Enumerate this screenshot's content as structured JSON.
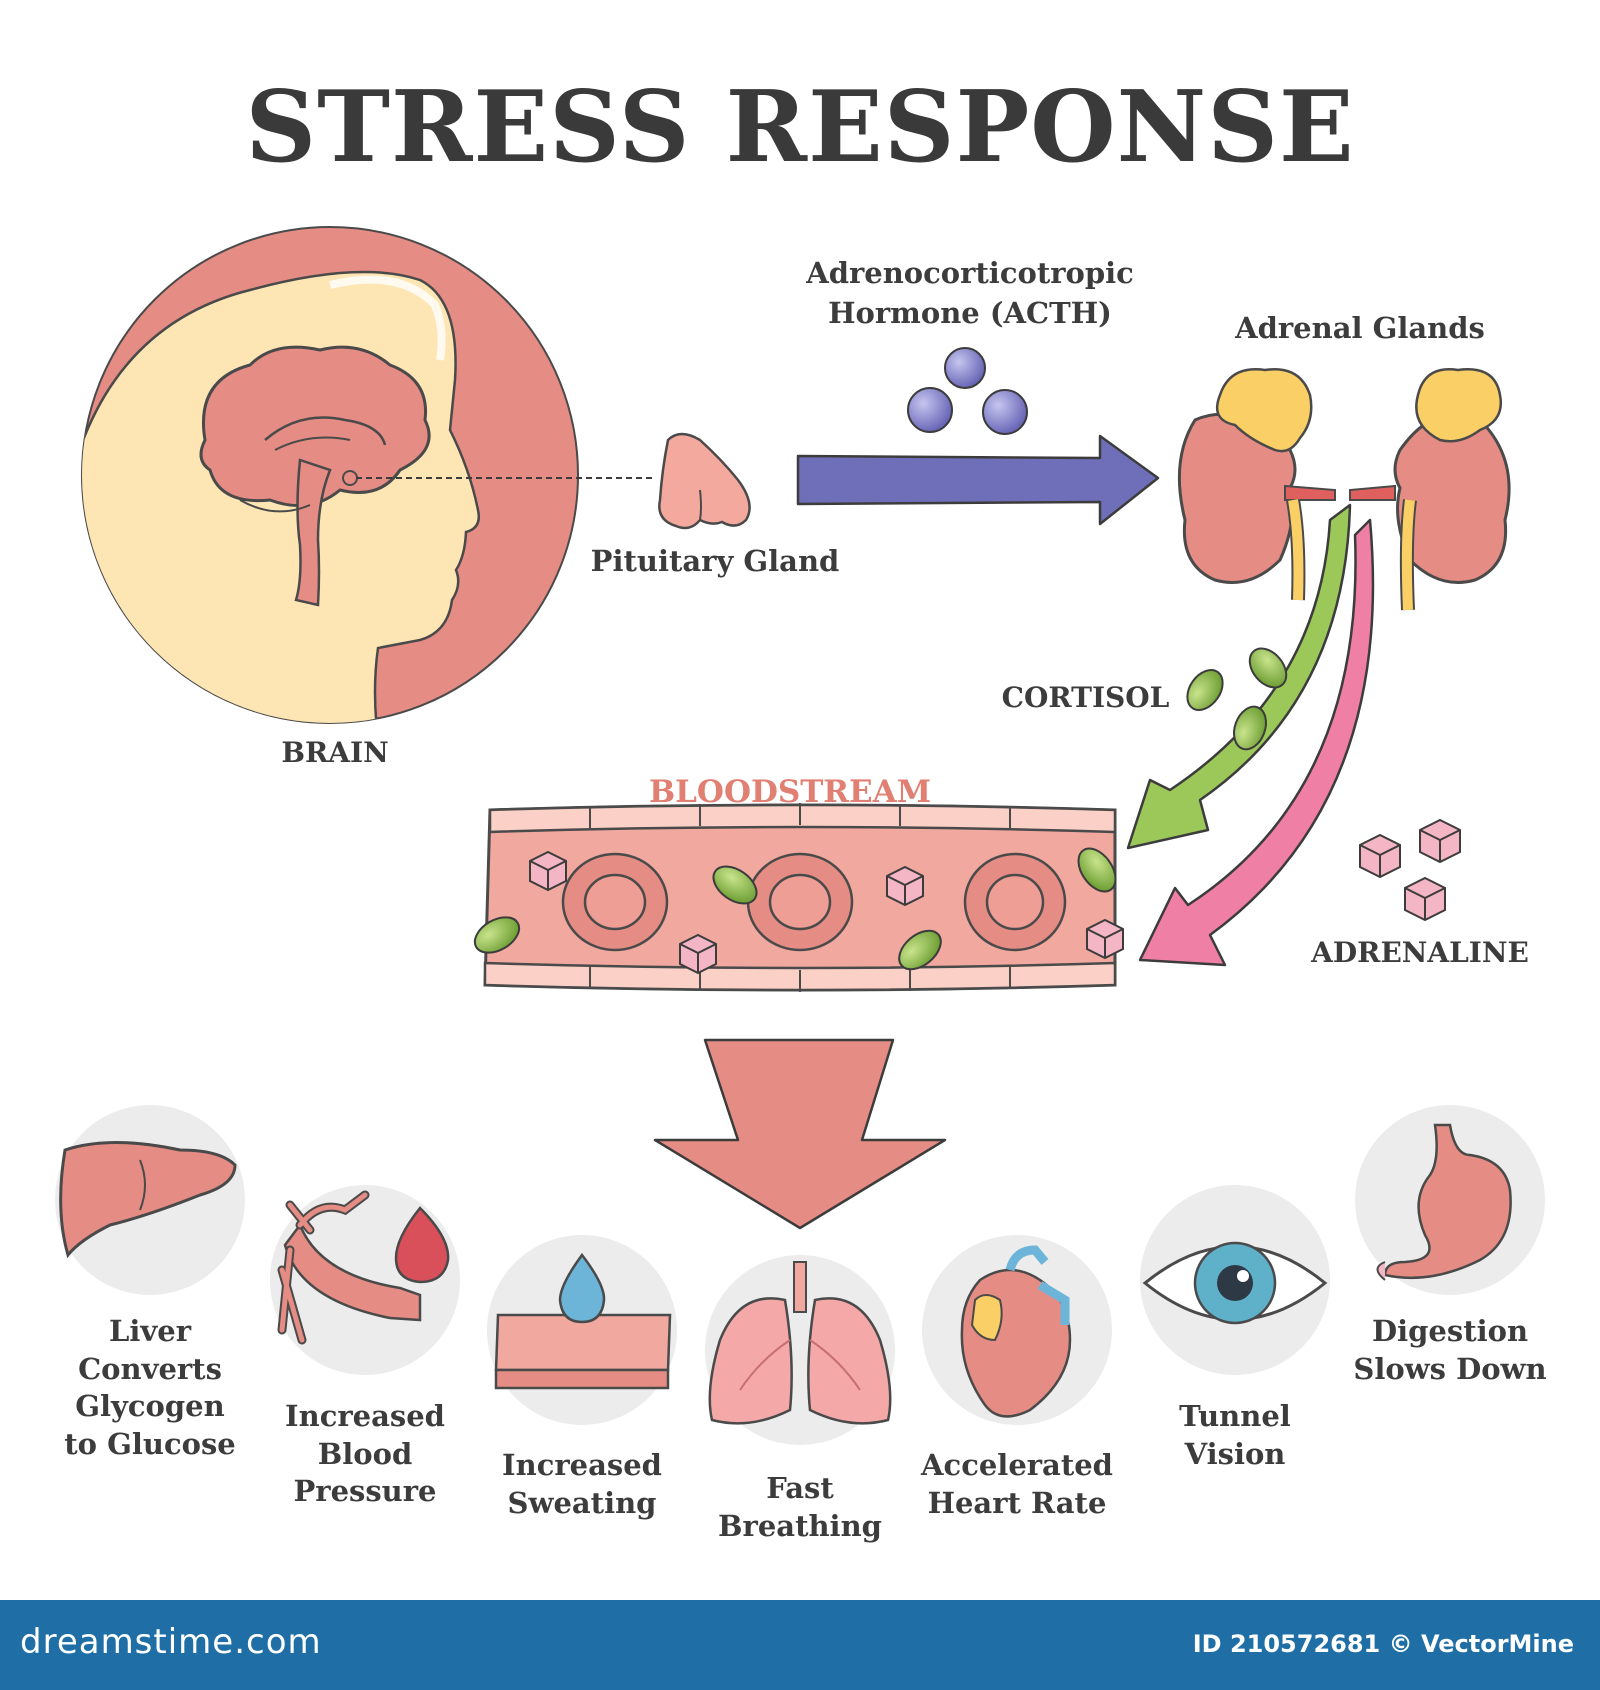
{
  "title": "STRESS RESPONSE",
  "labels": {
    "brain": "BRAIN",
    "pituitary": "Pituitary Gland",
    "acth_line1": "Adrenocorticotropic",
    "acth_line2": "Hormone (ACTH)",
    "adrenal": "Adrenal Glands",
    "cortisol": "CORTISOL",
    "bloodstream": "BLOODSTREAM",
    "adrenaline": "ADRENALINE"
  },
  "effects": [
    {
      "label": "Liver\nConverts\nGlycogen\nto Glucose",
      "icon": "liver-icon"
    },
    {
      "label": "Increased\nBlood\nPressure",
      "icon": "blood-vessel-icon"
    },
    {
      "label": "Increased\nSweating",
      "icon": "sweat-drop-icon"
    },
    {
      "label": "Fast\nBreathing",
      "icon": "lungs-icon"
    },
    {
      "label": "Accelerated\nHeart Rate",
      "icon": "heart-icon"
    },
    {
      "label": "Tunnel\nVision",
      "icon": "eye-icon"
    },
    {
      "label": "Digestion\nSlows Down",
      "icon": "stomach-icon"
    }
  ],
  "footer": {
    "site": "dreamstime.com",
    "id_text": "ID 210572681 © VectorMine"
  },
  "colors": {
    "accent_red": "#e58c84",
    "skin": "#fde5b4",
    "acth_arrow": "#6e6fb8",
    "cortisol_green": "#8cbf4e",
    "adrenaline_pink": "#ef7fa4",
    "footer_blue": "#1f6fa6"
  }
}
